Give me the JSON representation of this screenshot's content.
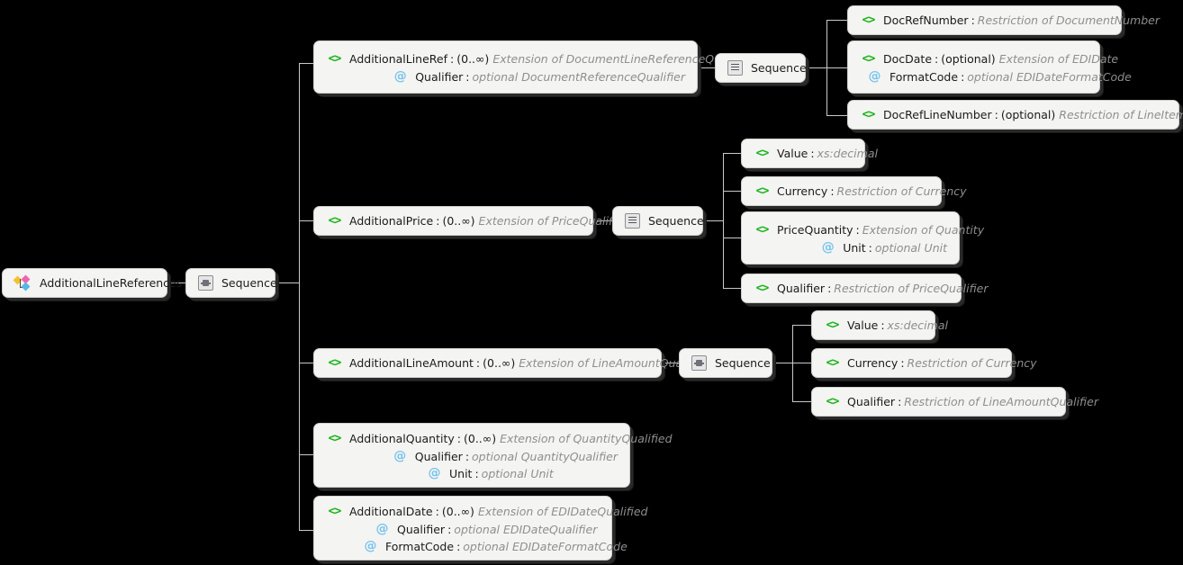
{
  "diagram": {
    "type": "xsd-schema-tree",
    "background_color": "#000000",
    "node_fill": "#f4f4f2",
    "connector_color": "#c9c9c9",
    "element_icon_color": "#17b317",
    "attribute_icon_color": "#76c4ec",
    "type_text_color": "#8e8e8e",
    "root": {
      "label": "AdditionalLineReferences",
      "icon": "schema-root-icon"
    },
    "root_sequence": {
      "label": "Sequence",
      "icon": "sequence-group-icon"
    },
    "branches": [
      {
        "id": "additional-line-ref",
        "icon": "element-icon",
        "name": "AdditionalLineRef",
        "separator": ":",
        "cardinality": "(0..∞)",
        "type": "Extension of DocumentLineReferenceQualified",
        "attributes": [
          {
            "icon": "attribute-icon",
            "name": "Qualifier",
            "separator": ":",
            "use": "optional",
            "type": "DocumentReferenceQualifier"
          }
        ],
        "sequence": {
          "label": "Sequence",
          "icon": "sequence-list-icon"
        },
        "children": [
          {
            "icon": "element-icon",
            "name": "DocRefNumber",
            "separator": ":",
            "cardinality": "",
            "type": "Restriction of DocumentNumber",
            "attributes": []
          },
          {
            "icon": "element-icon",
            "name": "DocDate",
            "separator": ":",
            "cardinality": "(optional)",
            "type": "Extension of EDIDate",
            "attributes": [
              {
                "icon": "attribute-icon",
                "name": "FormatCode",
                "separator": ":",
                "use": "optional",
                "type": "EDIDateFormatCode"
              }
            ]
          },
          {
            "icon": "element-icon",
            "name": "DocRefLineNumber",
            "separator": ":",
            "cardinality": "(optional)",
            "type": "Restriction of LineItemNumber",
            "attributes": []
          }
        ]
      },
      {
        "id": "additional-price",
        "icon": "element-icon",
        "name": "AdditionalPrice",
        "separator": ":",
        "cardinality": "(0..∞)",
        "type": "Extension of PriceQualified",
        "attributes": [],
        "sequence": {
          "label": "Sequence",
          "icon": "sequence-list-icon"
        },
        "children": [
          {
            "icon": "element-icon",
            "name": "Value",
            "separator": ":",
            "cardinality": "",
            "type": "xs:decimal",
            "attributes": []
          },
          {
            "icon": "element-icon",
            "name": "Currency",
            "separator": ":",
            "cardinality": "",
            "type": "Restriction of Currency",
            "attributes": []
          },
          {
            "icon": "element-icon",
            "name": "PriceQuantity",
            "separator": ":",
            "cardinality": "",
            "type": "Extension of Quantity",
            "attributes": [
              {
                "icon": "attribute-icon",
                "name": "Unit",
                "separator": ":",
                "use": "optional",
                "type": "Unit"
              }
            ]
          },
          {
            "icon": "element-icon",
            "name": "Qualifier",
            "separator": ":",
            "cardinality": "",
            "type": "Restriction of PriceQualifier",
            "attributes": []
          }
        ]
      },
      {
        "id": "additional-line-amount",
        "icon": "element-icon",
        "name": "AdditionalLineAmount",
        "separator": ":",
        "cardinality": "(0..∞)",
        "type": "Extension of LineAmountQualified",
        "attributes": [],
        "sequence": {
          "label": "Sequence",
          "icon": "sequence-group-icon"
        },
        "children": [
          {
            "icon": "element-icon",
            "name": "Value",
            "separator": ":",
            "cardinality": "",
            "type": "xs:decimal",
            "attributes": []
          },
          {
            "icon": "element-icon",
            "name": "Currency",
            "separator": ":",
            "cardinality": "",
            "type": "Restriction of Currency",
            "attributes": []
          },
          {
            "icon": "element-icon",
            "name": "Qualifier",
            "separator": ":",
            "cardinality": "",
            "type": "Restriction of LineAmountQualifier",
            "attributes": []
          }
        ]
      },
      {
        "id": "additional-quantity",
        "icon": "element-icon",
        "name": "AdditionalQuantity",
        "separator": ":",
        "cardinality": "(0..∞)",
        "type": "Extension of QuantityQualified",
        "attributes": [
          {
            "icon": "attribute-icon",
            "name": "Qualifier",
            "separator": ":",
            "use": "optional",
            "type": "QuantityQualifier"
          },
          {
            "icon": "attribute-icon",
            "name": "Unit",
            "separator": ":",
            "use": "optional",
            "type": "Unit"
          }
        ],
        "sequence": null,
        "children": []
      },
      {
        "id": "additional-date",
        "icon": "element-icon",
        "name": "AdditionalDate",
        "separator": ":",
        "cardinality": "(0..∞)",
        "type": "Extension of EDIDateQualified",
        "attributes": [
          {
            "icon": "attribute-icon",
            "name": "Qualifier",
            "separator": ":",
            "use": "optional",
            "type": "EDIDateQualifier"
          },
          {
            "icon": "attribute-icon",
            "name": "FormatCode",
            "separator": ":",
            "use": "optional",
            "type": "EDIDateFormatCode"
          }
        ],
        "sequence": null,
        "children": []
      }
    ]
  }
}
